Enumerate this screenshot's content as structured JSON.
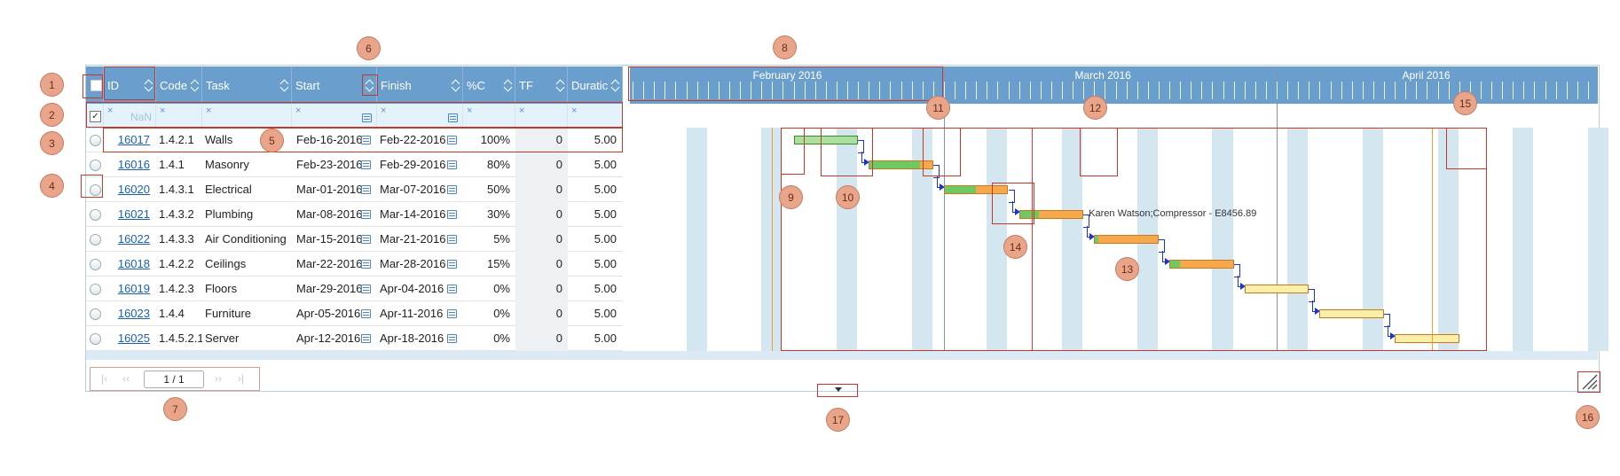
{
  "columns": {
    "id": "ID",
    "code": "Code",
    "task": "Task",
    "start": "Start",
    "finish": "Finish",
    "pc": "%C",
    "tf": "TF",
    "duration": "Duratic"
  },
  "filter": {
    "id_placeholder": "NaN",
    "clear_glyph": "×"
  },
  "rows": [
    {
      "id": "16017",
      "code": "1.4.2.1",
      "task": "Walls",
      "start": "Feb-16-2016",
      "finish": "Feb-22-2016",
      "pc": "100%",
      "tf": "0",
      "dur": "5.00"
    },
    {
      "id": "16016",
      "code": "1.4.1",
      "task": "Masonry",
      "start": "Feb-23-2016",
      "finish": "Feb-29-2016",
      "pc": "80%",
      "tf": "0",
      "dur": "5.00"
    },
    {
      "id": "16020",
      "code": "1.4.3.1",
      "task": "Electrical",
      "start": "Mar-01-2016",
      "finish": "Mar-07-2016",
      "pc": "50%",
      "tf": "0",
      "dur": "5.00"
    },
    {
      "id": "16021",
      "code": "1.4.3.2",
      "task": "Plumbing",
      "start": "Mar-08-2016",
      "finish": "Mar-14-2016",
      "pc": "30%",
      "tf": "0",
      "dur": "5.00"
    },
    {
      "id": "16022",
      "code": "1.4.3.3",
      "task": "Air Conditioning",
      "start": "Mar-15-2016",
      "finish": "Mar-21-2016",
      "pc": "5%",
      "tf": "0",
      "dur": "5.00"
    },
    {
      "id": "16018",
      "code": "1.4.2.2",
      "task": "Ceilings",
      "start": "Mar-22-2016",
      "finish": "Mar-28-2016",
      "pc": "15%",
      "tf": "0",
      "dur": "5.00"
    },
    {
      "id": "16019",
      "code": "1.4.2.3",
      "task": "Floors",
      "start": "Mar-29-2016",
      "finish": "Apr-04-2016",
      "pc": "0%",
      "tf": "0",
      "dur": "5.00"
    },
    {
      "id": "16023",
      "code": "1.4.4",
      "task": "Furniture",
      "start": "Apr-05-2016",
      "finish": "Apr-11-2016",
      "pc": "0%",
      "tf": "0",
      "dur": "5.00"
    },
    {
      "id": "16025",
      "code": "1.4.5.2.1",
      "task": "Server",
      "start": "Apr-12-2016",
      "finish": "Apr-18-2016",
      "pc": "0%",
      "tf": "0",
      "dur": "5.00"
    }
  ],
  "timeline": {
    "months": [
      "February 2016",
      "March 2016",
      "April 2016"
    ],
    "resource_label": "Karen Watson;Compressor - E8456.89"
  },
  "pager": {
    "page_text": "1 / 1",
    "first": "|‹",
    "prev": "‹‹",
    "next": "››",
    "last": "›|"
  },
  "callouts": [
    "1",
    "2",
    "3",
    "4",
    "5",
    "6",
    "7",
    "8",
    "9",
    "10",
    "11",
    "12",
    "13",
    "14",
    "15",
    "16",
    "17"
  ],
  "colors": {
    "header": "#6a9fcd",
    "filter_row": "#e4f3fb",
    "weekend_stripe": "#d4e6ef",
    "progress": "#71c760",
    "bar": "#f6a84a",
    "bar_pending": "#fbeea7",
    "link": "#1b32d9",
    "today_line": "#e53935",
    "baseline_line": "#f0a030"
  }
}
